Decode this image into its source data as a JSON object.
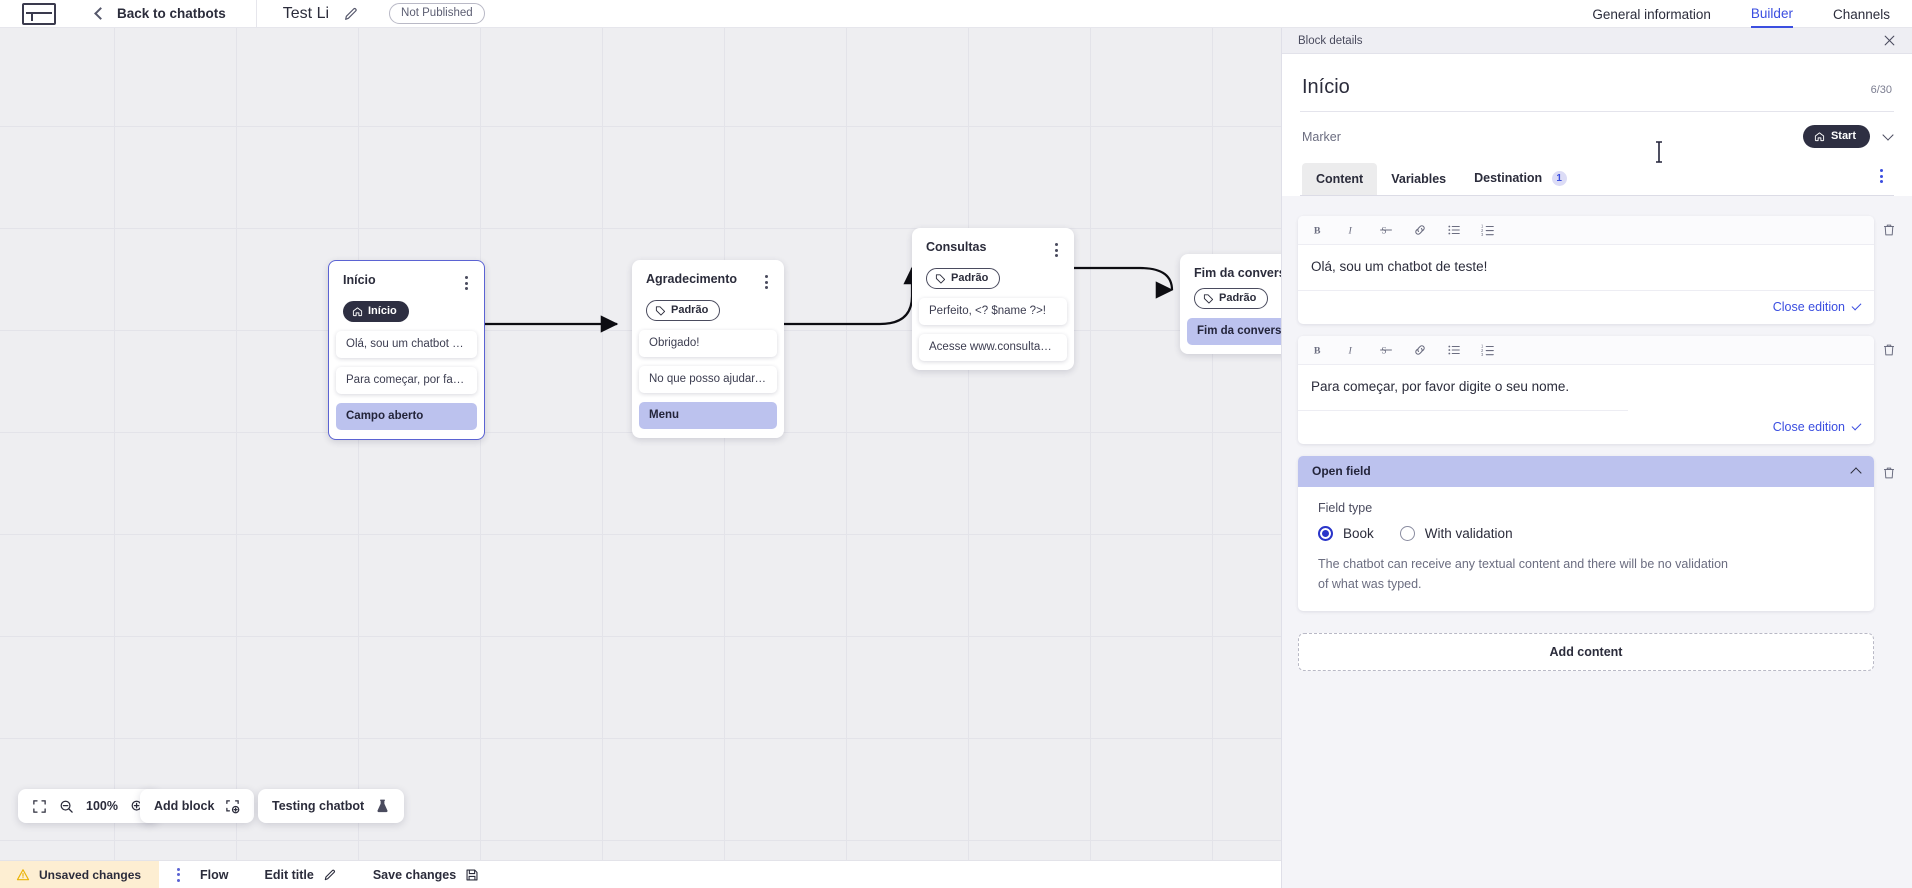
{
  "topbar": {
    "logo_icon": "app-logo-icon",
    "back_label": "Back to chatbots",
    "bot_title": "Test Li",
    "edit_icon": "pencil-icon",
    "publish_status": "Not Published",
    "tabs": [
      {
        "label": "General information",
        "active": false
      },
      {
        "label": "Builder",
        "active": true
      },
      {
        "label": "Channels",
        "active": false
      }
    ]
  },
  "canvas": {
    "zoom_bar": {
      "fit_icon": "fit-screen-icon",
      "zoom_out_icon": "zoom-out-icon",
      "zoom_level": "100%",
      "zoom_in_icon": "zoom-in-icon"
    },
    "add_block": {
      "label": "Add block",
      "icon": "add-block-icon"
    },
    "testing_chatbot": {
      "label": "Testing chatbot",
      "icon": "flask-icon"
    },
    "blocks": [
      {
        "title": "Início",
        "tag": "Início",
        "tag_icon": "home-icon",
        "tag_style": "dark",
        "selected": true,
        "messages": [
          {
            "text": "Olá, sou um chatbot de teste!",
            "highlight": false
          },
          {
            "text": "Para começar, por favor digite o ...",
            "highlight": false
          },
          {
            "text": "Campo aberto",
            "highlight": true
          }
        ]
      },
      {
        "title": "Agradecimento",
        "tag": "Padrão",
        "tag_icon": "tag-icon",
        "tag_style": "outline",
        "selected": false,
        "messages": [
          {
            "text": "Obrigado!",
            "highlight": false
          },
          {
            "text": "No que posso ajudar, <? $name ...",
            "highlight": false
          },
          {
            "text": "Menu",
            "highlight": true
          }
        ]
      },
      {
        "title": "Consultas",
        "tag": "Padrão",
        "tag_icon": "tag-icon",
        "tag_style": "outline",
        "selected": false,
        "messages": [
          {
            "text": "Perfeito, <? $name ?>!",
            "highlight": false
          },
          {
            "text": "Acesse www.consultas.com par...",
            "highlight": false
          }
        ]
      },
      {
        "title": "Fim da conversa",
        "tag": "Padrão",
        "tag_icon": "tag-icon",
        "tag_style": "outline",
        "selected": false,
        "messages": [
          {
            "text": "Fim da conversa",
            "highlight": true
          }
        ]
      }
    ]
  },
  "statusbar": {
    "unsaved_label": "Unsaved changes",
    "warning_icon": "warning-triangle-icon",
    "kebab_icon": "more-vertical-icon",
    "items": [
      {
        "label": "Flow",
        "icon": ""
      },
      {
        "label": "Edit title",
        "icon": "pencil-icon"
      },
      {
        "label": "Save changes",
        "icon": "save-disk-icon"
      }
    ]
  },
  "panel": {
    "header_title": "Block details",
    "close_icon": "close-icon",
    "block_name": "Início",
    "char_count": "6/30",
    "marker_label": "Marker",
    "marker_value": "Start",
    "marker_icon": "home-icon",
    "tabs": [
      {
        "label": "Content",
        "active": true,
        "badge": ""
      },
      {
        "label": "Variables",
        "active": false,
        "badge": ""
      },
      {
        "label": "Destination",
        "active": false,
        "badge": "1"
      }
    ],
    "tabs_kebab_icon": "more-vertical-icon",
    "editor_toolbar": [
      "bold-icon",
      "italic-icon",
      "strikethrough-icon",
      "link-icon",
      "bullet-list-icon",
      "numbered-list-icon"
    ],
    "contents": [
      {
        "text": "Olá, sou um chatbot de teste!",
        "close_label": "Close edition",
        "delete_icon": "trash-icon"
      },
      {
        "text": "Para começar, por favor digite o seu nome.",
        "close_label": "Close edition",
        "delete_icon": "trash-icon"
      }
    ],
    "open_field": {
      "title": "Open field",
      "collapse_icon": "chevron-up-icon",
      "delete_icon": "trash-icon",
      "field_type_label": "Field type",
      "options": [
        {
          "label": "Book",
          "selected": true
        },
        {
          "label": "With validation",
          "selected": false
        }
      ],
      "description": "The chatbot can receive any textual content and there will be no validation of what was typed."
    },
    "add_content_label": "Add content"
  },
  "colors": {
    "accent": "#3b4ee0",
    "dark_pill": "#2e2f42",
    "highlight": "#bcc2ee",
    "warning_bg": "#fdeed2"
  }
}
